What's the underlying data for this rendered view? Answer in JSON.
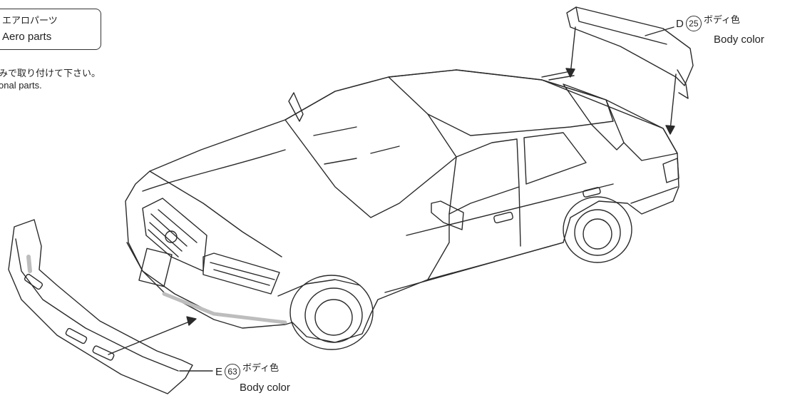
{
  "title_box": {
    "jp": "エアロパーツ",
    "en": "Aero parts"
  },
  "note": {
    "jp": "みで取り付けて下さい。",
    "en": "onal parts."
  },
  "callouts": [
    {
      "code": "D",
      "number": "25",
      "jp": "ボディ色",
      "en": "Body color"
    },
    {
      "code": "E",
      "number": "63",
      "jp": "ボディ色",
      "en": "Body color"
    }
  ],
  "colors": {
    "line": "#2a2a2a",
    "shade": "#bdbdbd",
    "background": "#ffffff"
  }
}
